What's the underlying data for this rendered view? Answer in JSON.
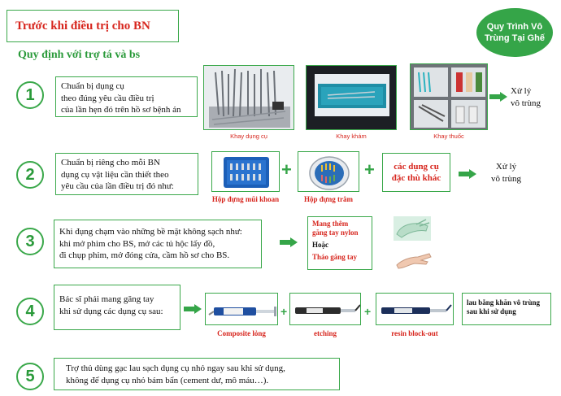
{
  "header": {
    "title": "Trước khi điều trị cho BN",
    "subtitle": "Quy định với trợ tá và bs",
    "badge_line1": "Quy Trình Vô",
    "badge_line2": "Trùng Tại Ghế"
  },
  "steps": [
    {
      "number": "1",
      "lines": [
        "Chuẩn bị dụng cụ",
        "theo đúng yêu cầu điều trị",
        "của lần hẹn đó trên hồ sơ bệnh án"
      ],
      "captions": [
        "Khay dụng cụ",
        "Khay khám",
        "Khay thuốc"
      ],
      "result_line1": "Xử lý",
      "result_line2": "vô trùng"
    },
    {
      "number": "2",
      "lines": [
        "Chuẩn bị riêng cho mỗi BN",
        "dụng cụ vật liệu cần thiết theo",
        "yêu cầu của lần điều trị đó như:"
      ],
      "captions": [
        "Hộp đựng mũi khoan",
        "Hộp đựng trâm"
      ],
      "special_line1": "các dụng cụ",
      "special_line2": "đặc thù khác",
      "result_line1": "Xử lý",
      "result_line2": "vô trùng"
    },
    {
      "number": "3",
      "lines": [
        "Khi đụng chạm vào những bề mặt không sạch như:",
        "khi mở phim cho BS, mở các tủ hộc lấy đồ,",
        "đi chụp phim, mở đóng cửa, cầm hồ sơ cho BS."
      ],
      "glove_line1": "Mang thêm",
      "glove_line2": "găng tay nylon",
      "glove_or": "Hoặc",
      "glove_remove": "Tháo găng tay"
    },
    {
      "number": "4",
      "lines": [
        "Bác sĩ phải mang găng tay",
        "khi sử dụng các dụng cụ sau:"
      ],
      "captions": [
        "Composite lỏng",
        "etching",
        "resin block-out"
      ],
      "result_line1": "lau bằng khăn vô trùng",
      "result_line2": "sau khi sử dụng"
    },
    {
      "number": "5",
      "lines": [
        "Trợ thủ dùng gạc lau sạch dụng cụ nhỏ ngay sau khi sử dụng,",
        "không để dụng cụ nhỏ bám bẩn (cement dư, mô máu…)."
      ]
    }
  ],
  "colors": {
    "accent": "#35a548",
    "red": "#d7261e"
  }
}
